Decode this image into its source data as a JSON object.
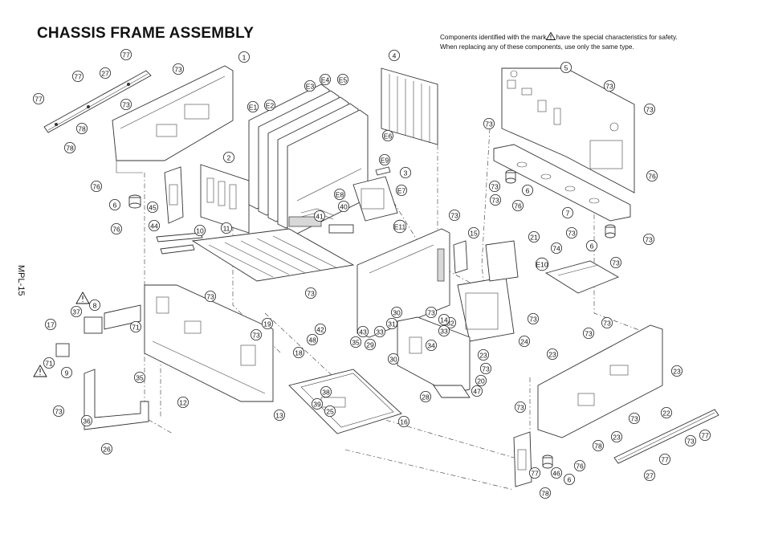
{
  "title": "CHASSIS FRAME ASSEMBLY",
  "note_line1_pre": "Components identified with the mark",
  "note_line1_post": "have the special characteristics for safety.",
  "note_line2": "When replacing any of these components, use only the same type.",
  "side_code": "MPL-15",
  "warning_icon": "warning-triangle-icon",
  "callouts": [
    "77",
    "1",
    "27",
    "73",
    "77",
    "77",
    "73",
    "78",
    "78",
    "76",
    "6",
    "76",
    "45",
    "2",
    "E1",
    "E2",
    "E3",
    "E4",
    "E5",
    "4",
    "5",
    "73",
    "73",
    "73",
    "E6",
    "E9",
    "3",
    "E7",
    "E8",
    "41",
    "40",
    "44",
    "10",
    "11",
    "E11",
    "73",
    "15",
    "21",
    "E10",
    "74",
    "37",
    "8",
    "17",
    "71",
    "9",
    "71",
    "35",
    "73",
    "73",
    "19",
    "18",
    "48",
    "42",
    "43",
    "35",
    "33",
    "31",
    "29",
    "30",
    "30",
    "73",
    "32",
    "33",
    "34",
    "23",
    "73",
    "24",
    "20",
    "47",
    "28",
    "38",
    "39",
    "25",
    "16",
    "12",
    "13",
    "36",
    "73",
    "26",
    "73",
    "14",
    "73",
    "73",
    "73",
    "73",
    "6",
    "76",
    "7",
    "73",
    "73",
    "6",
    "73",
    "76",
    "23",
    "23",
    "73",
    "22",
    "73",
    "23",
    "73",
    "73",
    "77",
    "77",
    "27",
    "77",
    "46",
    "6",
    "78",
    "76",
    "78",
    "73"
  ]
}
